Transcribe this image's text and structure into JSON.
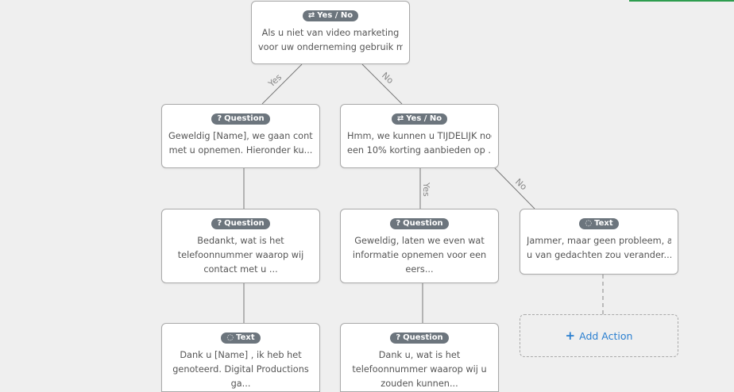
{
  "nodes": {
    "root": {
      "badge": "Yes / No",
      "icon": "swap-icon",
      "lines": [
        "Als u niet van video marketing",
        "voor uw onderneming gebruik m..."
      ]
    },
    "q1": {
      "badge": "Question",
      "icon": "question-icon",
      "lines": [
        "Geweldig [Name], we gaan contact",
        "met u opnemen. Hieronder ku..."
      ]
    },
    "yn2": {
      "badge": "Yes / No",
      "icon": "swap-icon",
      "lines": [
        "Hmm, we kunnen u TIJDELIJK nog",
        "een 10% korting aanbieden op ..."
      ]
    },
    "q2": {
      "badge": "Question",
      "icon": "question-icon",
      "lines": [
        "Bedankt, wat is het",
        "telefoonnummer waarop wij",
        "contact met u ..."
      ]
    },
    "q3": {
      "badge": "Question",
      "icon": "question-icon",
      "lines": [
        "Geweldig, laten we even wat",
        "informatie opnemen voor een",
        "eers..."
      ]
    },
    "t1": {
      "badge": "Text",
      "icon": "speech-bubble-icon",
      "lines": [
        "Jammer, maar geen probleem, als",
        "u van gedachten zou verander..."
      ]
    },
    "t2": {
      "badge": "Text",
      "icon": "speech-bubble-icon",
      "lines": [
        "Dank u [Name] , ik heb het",
        "genoteerd. Digital Productions",
        "ga..."
      ]
    },
    "q4": {
      "badge": "Question",
      "icon": "question-icon",
      "lines": [
        "Dank u, wat is het",
        "telefoonnummer waarop wij u",
        "zouden kunnen..."
      ]
    }
  },
  "edge_labels": {
    "yes": "Yes",
    "no": "No"
  },
  "add_action": {
    "label": "Add Action",
    "icon": "plus-icon"
  },
  "colors": {
    "badge": "#6c757d",
    "border": "#a9a9a9",
    "link": "#2a7fd0",
    "accent": "#2e9d4f",
    "background": "#efefef"
  }
}
